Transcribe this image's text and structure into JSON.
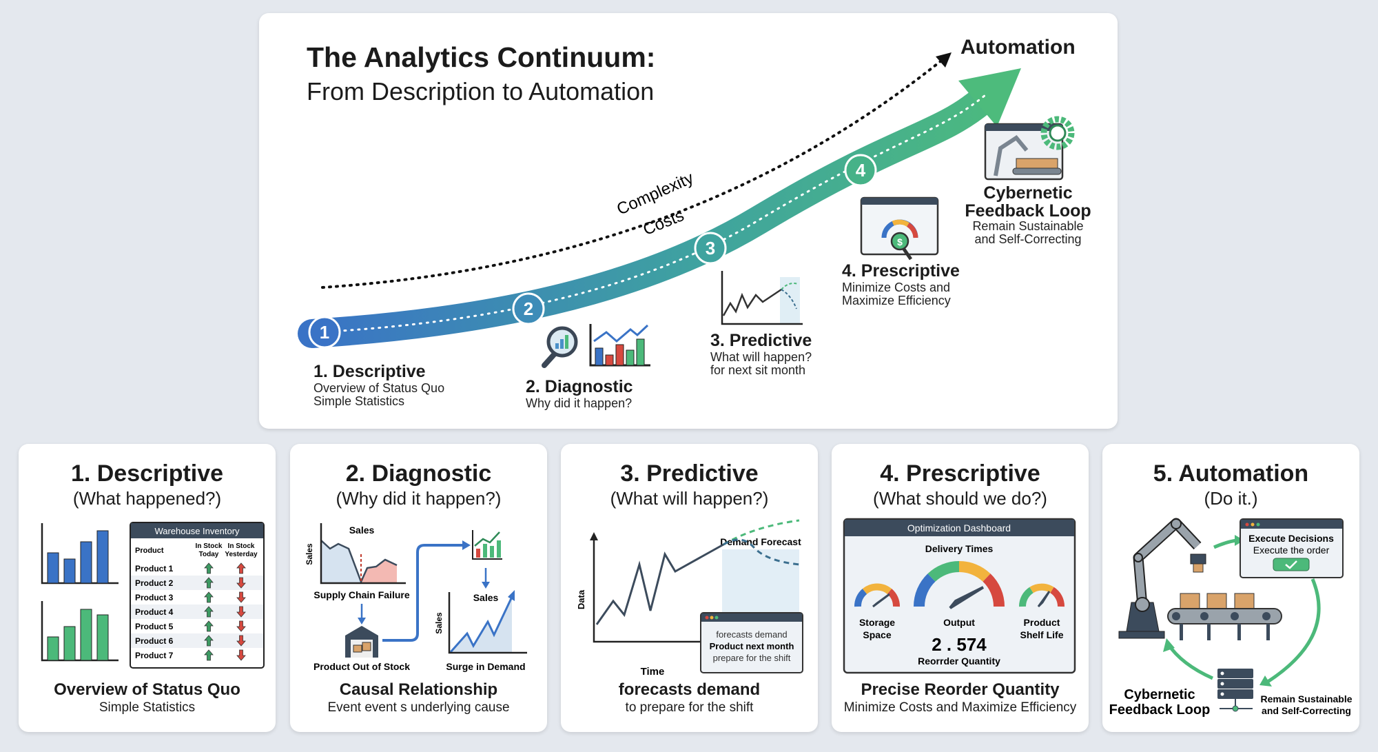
{
  "hero": {
    "title": "The Analytics Continuum:",
    "subtitle": "From Description to Automation",
    "end_label": "Automation",
    "axis_labels": {
      "complexity": "Complexity",
      "costs": "Costs"
    },
    "steps": [
      {
        "num": "1",
        "label": "1. Descriptive",
        "lines": [
          "Overview of Status Quo",
          "Simple Statistics"
        ]
      },
      {
        "num": "2",
        "label": "2. Diagnostic",
        "lines": [
          "Why did it happen?"
        ]
      },
      {
        "num": "3",
        "label": "3. Predictive",
        "lines": [
          "What will happen?",
          "for next sit month"
        ]
      },
      {
        "num": "4",
        "label": "4. Prescriptive",
        "lines": [
          "Minimize Costs and",
          "Maximize Efficiency"
        ]
      },
      {
        "label_lines": [
          "Cybernetic",
          "Feedback Loop"
        ],
        "lines": [
          "Remain Sustainable",
          "and Self-Correcting"
        ]
      }
    ],
    "colors": {
      "start": "#3a73c6",
      "end": "#4dbb7c"
    }
  },
  "cards": [
    {
      "title": "1. Descriptive",
      "question": "(What happened?)",
      "footer": "Overview of Status Quo",
      "footer_sub": "Simple Statistics",
      "table": {
        "title": "Warehouse Inventory",
        "headers": [
          "Product",
          "In Stock",
          "Today",
          "In Stock",
          "Yesterday"
        ],
        "rows": [
          {
            "product": "Product 1",
            "today": "up",
            "yesterday": "up"
          },
          {
            "product": "Product 2",
            "today": "up",
            "yesterday": "down"
          },
          {
            "product": "Product 3",
            "today": "up",
            "yesterday": "down"
          },
          {
            "product": "Product 4",
            "today": "up",
            "yesterday": "down"
          },
          {
            "product": "Product 5",
            "today": "up",
            "yesterday": "down"
          },
          {
            "product": "Product 6",
            "today": "up",
            "yesterday": "down"
          },
          {
            "product": "Product 7",
            "today": "up",
            "yesterday": "down"
          }
        ]
      }
    },
    {
      "title": "2. Diagnostic",
      "question": "(Why did it happen?)",
      "footer": "Causal Relationship",
      "footer_sub": "Event event s underlying cause",
      "labels": {
        "sales": "Sales",
        "failure": "Supply Chain Failure",
        "out_of_stock": "Product Out of Stock",
        "surge": "Surge in Demand"
      }
    },
    {
      "title": "3. Predictive",
      "question": "(What will happen?)",
      "footer": "forecasts demand",
      "footer_sub": "to prepare for the shift",
      "labels": {
        "forecast": "Demand Forecast",
        "x_axis": "Time",
        "y_axis": "Data"
      },
      "tooltip": [
        "forecasts demand",
        "Product next month",
        "prepare for the shift"
      ]
    },
    {
      "title": "4. Prescriptive",
      "question": "(What should we do?)",
      "footer": "Precise Reorder Quantity",
      "footer_sub": "Minimize Costs and Maximize Efficiency",
      "dashboard": {
        "title": "Optimization Dashboard",
        "gauge_title": "Delivery Times",
        "gauges": [
          {
            "label_lines": [
              "Storage",
              "Space"
            ]
          },
          {
            "label_lines": [
              "Output"
            ]
          },
          {
            "label_lines": [
              "Product",
              "Shelf Life"
            ]
          }
        ],
        "value": "2 . 574",
        "value_label": "Reorrder Quantity"
      }
    },
    {
      "title": "5. Automation",
      "question": "(Do it.)",
      "window": {
        "title": "Execute Decisions",
        "text": "Execute the order"
      },
      "loop_label": [
        "Cybernetic",
        "Feedback Loop"
      ],
      "loop_sub": [
        "Remain Sustainable",
        "and Self-Correcting"
      ]
    }
  ]
}
